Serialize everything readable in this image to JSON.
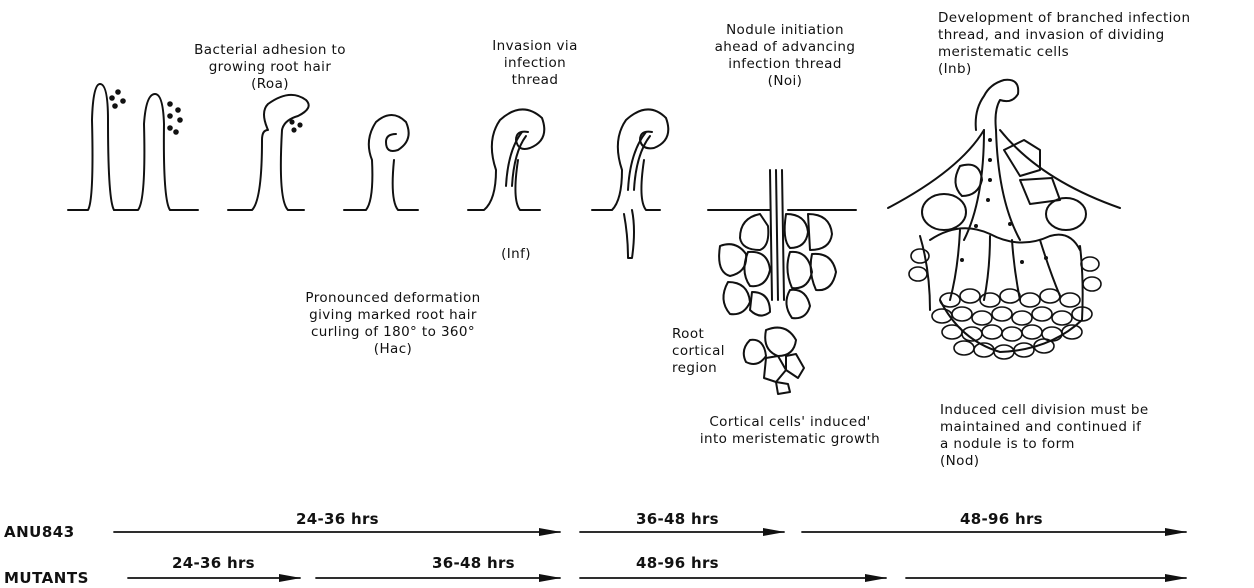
{
  "stages": {
    "roa": {
      "text": "Bacterial adhesion to\ngrowing root hair\n(Roa)"
    },
    "inv": {
      "text": "Invasion via\ninfection\nthread"
    },
    "inf": {
      "text": "(Inf)"
    },
    "noi": {
      "text": "Nodule initiation\nahead of advancing\ninfection thread\n(Noi)"
    },
    "inb": {
      "text": "Development of branched infection\nthread, and invasion of dividing\nmeristematic cells\n(Inb)"
    },
    "hac": {
      "text": "Pronounced deformation\ngiving marked root hair\ncurling of 180° to 360°\n(Hac)"
    },
    "root": {
      "text": "Root\ncortical\nregion"
    },
    "cortical": {
      "text": "Cortical cells' induced'\ninto meristematic growth"
    },
    "nod": {
      "text": "Induced cell division must be\nmaintained and continued if\na nodule is to form\n(Nod)"
    }
  },
  "timelines": [
    {
      "label": "ANU843",
      "segments": [
        "24-36 hrs",
        "36-48 hrs",
        "48-96 hrs"
      ]
    },
    {
      "label": "MUTANTS",
      "segments": [
        "24-36 hrs",
        "36-48 hrs",
        "48-96 hrs",
        ""
      ]
    }
  ]
}
